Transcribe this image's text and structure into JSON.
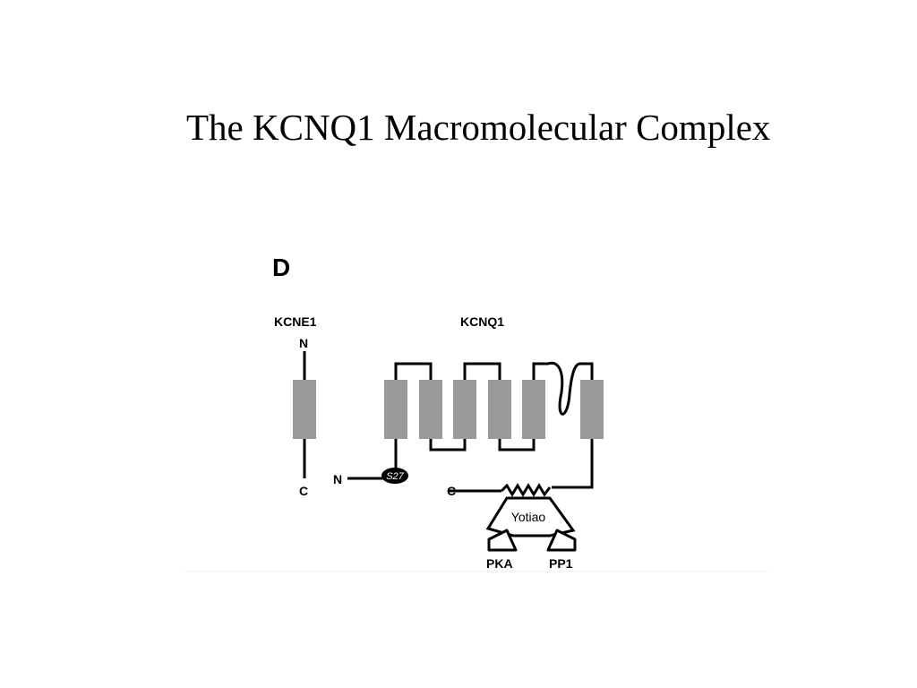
{
  "slide": {
    "title": "The KCNQ1 Macromolecular Complex"
  },
  "figure": {
    "panel_label": "D",
    "kcne1": {
      "name": "KCNE1",
      "n_terminus": "N",
      "c_terminus": "C"
    },
    "kcnq1": {
      "name": "KCNQ1",
      "n_terminus": "N",
      "c_terminus": "C",
      "phospho_site": "S27"
    },
    "adaptor": {
      "name": "Yotiao"
    },
    "kinase": {
      "name": "PKA"
    },
    "phosphatase": {
      "name": "PP1"
    }
  },
  "colors": {
    "helix_fill": "#9a9a9a",
    "line": "#000000",
    "background": "#ffffff"
  }
}
